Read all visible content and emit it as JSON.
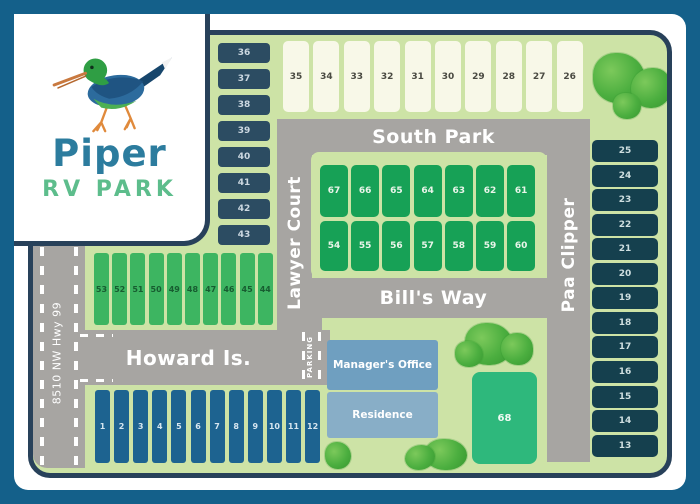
{
  "logo": {
    "title": "Piper",
    "subtitle": "RV PARK",
    "bird_icon": "sandpiper-bird"
  },
  "streets": {
    "south_park": "South Park",
    "lawyer_court": "Lawyer Court",
    "paa_clipper": "Paa Clipper",
    "bills_way": "Bill's Way",
    "howard_is": "Howard Is.",
    "highway": "8510 NW Hwy 99",
    "parking": "PARKING"
  },
  "buildings": {
    "managers_office": "Manager's Office",
    "residence": "Residence"
  },
  "lots": {
    "left_column": [
      "36",
      "37",
      "38",
      "39",
      "40",
      "41",
      "42",
      "43"
    ],
    "top_row": [
      "35",
      "34",
      "33",
      "32",
      "31",
      "30",
      "29",
      "28",
      "27",
      "26"
    ],
    "right_column": [
      "25",
      "24",
      "23",
      "22",
      "21",
      "20",
      "19",
      "18",
      "17",
      "16",
      "15",
      "14",
      "13"
    ],
    "center_top_row": [
      "67",
      "66",
      "65",
      "64",
      "63",
      "62",
      "61"
    ],
    "center_bottom_row": [
      "54",
      "55",
      "56",
      "57",
      "58",
      "59",
      "60"
    ],
    "howard_row": [
      "53",
      "52",
      "51",
      "50",
      "49",
      "48",
      "47",
      "46",
      "45",
      "44"
    ],
    "bottom_row": [
      "1",
      "2",
      "3",
      "4",
      "5",
      "6",
      "7",
      "8",
      "9",
      "10",
      "11",
      "12"
    ],
    "single_lot": "68"
  },
  "colors": {
    "frame_teal": "#14608a",
    "map_green": "#cde3a6",
    "road_gray": "#a7a5a2",
    "border_navy": "#28415a",
    "lot_navy": "#2c4c62",
    "lot_cream": "#f8f8e8",
    "lot_dark_teal": "#15404e",
    "lot_green": "#17a156",
    "lot_grass_green": "#3db561",
    "lot_blue": "#1d6390",
    "lot_emerald": "#2eb87c",
    "office_blue": "#6f9fc0",
    "residence_blue": "#88aec7",
    "logo_blue": "#2c7c9e",
    "logo_green": "#5dbd8c"
  }
}
